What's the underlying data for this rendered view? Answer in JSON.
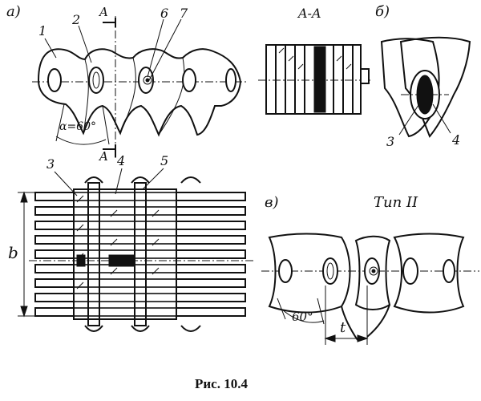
{
  "labels": {
    "view_a": "a)",
    "view_b": "б)",
    "view_v": "в)",
    "section": "A-A",
    "section_mark_top": "A",
    "section_mark_bottom": "A",
    "type": "Тип II",
    "angle_a": "α=60°",
    "angle_v": "60°",
    "pitch": "t",
    "width": "b",
    "n1": "1",
    "n2": "2",
    "n6": "6",
    "n7": "7",
    "n3a": "3",
    "n4a": "4",
    "n3": "3",
    "n4": "4",
    "n5": "5"
  },
  "caption": "Рис. 10.4"
}
